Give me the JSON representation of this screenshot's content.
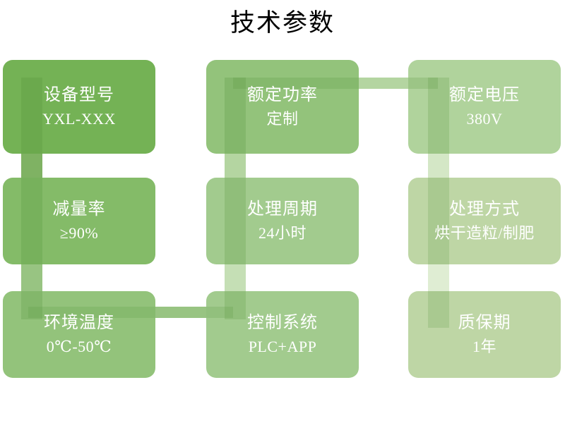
{
  "title": "技术参数",
  "diagram": {
    "type": "grid-3x3",
    "accent_colors": {
      "darkest": "#74b255",
      "lightest": "#bed6a5",
      "connector": "#8cbd6a",
      "text": "#ffffff",
      "title_text": "#000000",
      "background": "#ffffff"
    },
    "cards": [
      {
        "label": "设备型号",
        "value": "YXL-XXX",
        "name": "equipment-model"
      },
      {
        "label": "额定功率",
        "value": "定制",
        "name": "rated-power"
      },
      {
        "label": "额定电压",
        "value": "380V",
        "name": "rated-voltage"
      },
      {
        "label": "减量率",
        "value": "≥90%",
        "name": "reduction-rate"
      },
      {
        "label": "处理周期",
        "value": "24小时",
        "name": "processing-cycle"
      },
      {
        "label": "处理方式",
        "value": "烘干造粒/制肥",
        "name": "processing-method"
      },
      {
        "label": "环境温度",
        "value": "0℃-50℃",
        "name": "ambient-temperature"
      },
      {
        "label": "控制系统",
        "value": "PLC+APP",
        "name": "control-system"
      },
      {
        "label": "质保期",
        "value": "1年",
        "name": "warranty-period"
      }
    ]
  }
}
